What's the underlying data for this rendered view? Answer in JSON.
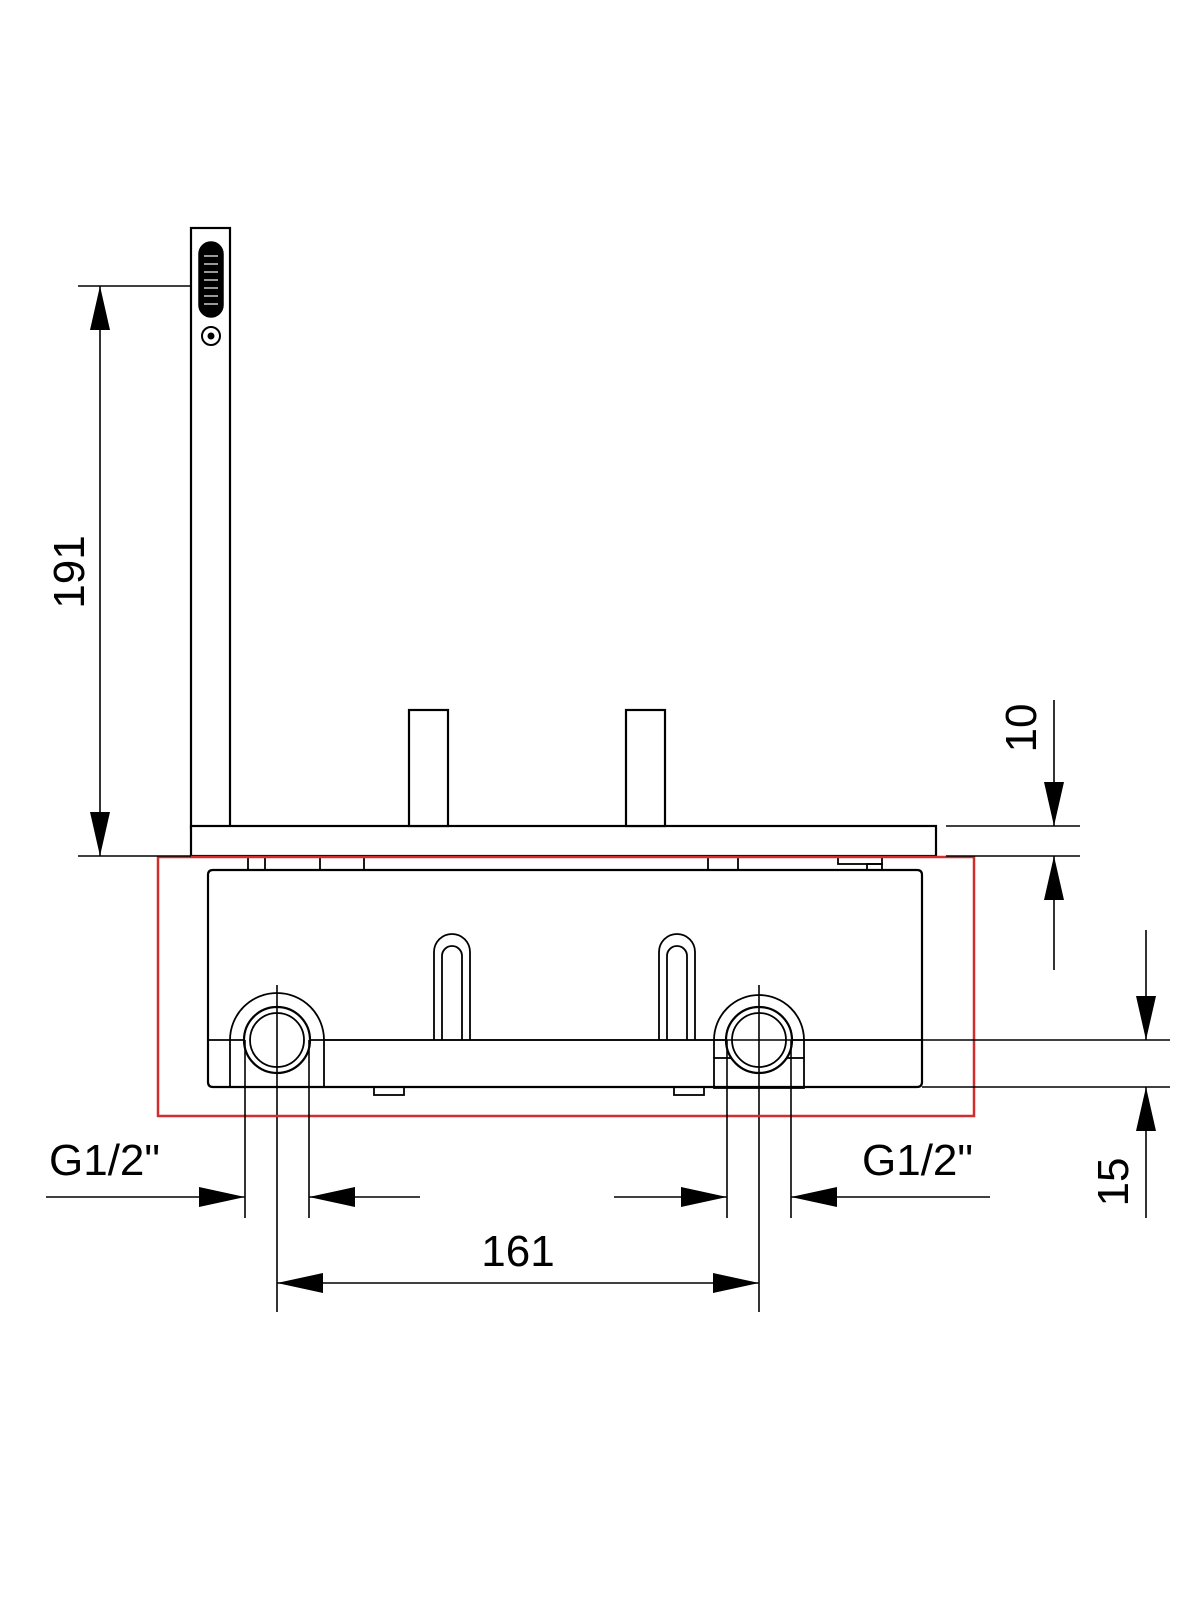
{
  "dimensions": {
    "height_191": "191",
    "height_10": "10",
    "height_15": "15",
    "spacing_161": "161",
    "thread_left": "G1/2\"",
    "thread_right": "G1/2\""
  },
  "colors": {
    "line": "#000000",
    "highlight": "#d22c2c",
    "background": "#ffffff"
  }
}
